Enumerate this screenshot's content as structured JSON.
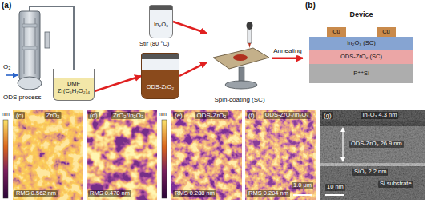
{
  "diagram": {
    "nodes": [
      {
        "text": [
          "DMF Zr(C₅H₇O₂)₄"
        ]
      },
      {
        "text": [
          "In₂O₃"
        ]
      },
      {
        "text": [
          "ODS-ZrO₂"
        ]
      },
      {
        "text": [
          "Spin-coating (SC)"
        ]
      },
      {
        "text": [
          "Device"
        ]
      },
      {
        "text": [
          "Cu"
        ],
        "in": 4
      },
      {
        "text": [
          "Cu"
        ],
        "in": 4
      },
      {
        "text": [
          "In₂O₃ (SC)"
        ],
        "in": 4
      },
      {
        "text": [
          "ODS-ZrO₂ (SC)"
        ],
        "in": 4
      },
      {
        "text": [
          "P⁺⁺Si"
        ],
        "in": 4
      }
    ],
    "edges": [
      {
        "from": 0,
        "to": 2,
        "arrow": "to"
      },
      {
        "from": 1,
        "to": 3,
        "arrow": "to"
      },
      {
        "from": 2,
        "to": 3,
        "arrow": "to"
      },
      {
        "from": 3,
        "to": 4,
        "label": "Annealing",
        "arrow": "to"
      }
    ],
    "labels": [
      "(a)",
      "O₂",
      "ODS process",
      "Stir (80 °C)",
      "(b)",
      "nm",
      "(c)",
      "ZrO₂",
      "RMS 0.562 nm",
      "(d)",
      "ZrO₂/In₂O₃",
      "RMS 0.470 nm",
      "nm",
      "(e)",
      "ODS-ZrO₂",
      "RMS 0.288 nm",
      "(f)",
      "ODS-ZrO₂/In₂O₃",
      "RMS 0.204 nm",
      "1.0 μm",
      "(g)",
      "In₂O₃ 4.3 nm",
      "ODS-ZrO₂ 26.9 nm",
      "SiO₂ 2.2 nm",
      "Si substrate",
      "10 nm"
    ]
  }
}
